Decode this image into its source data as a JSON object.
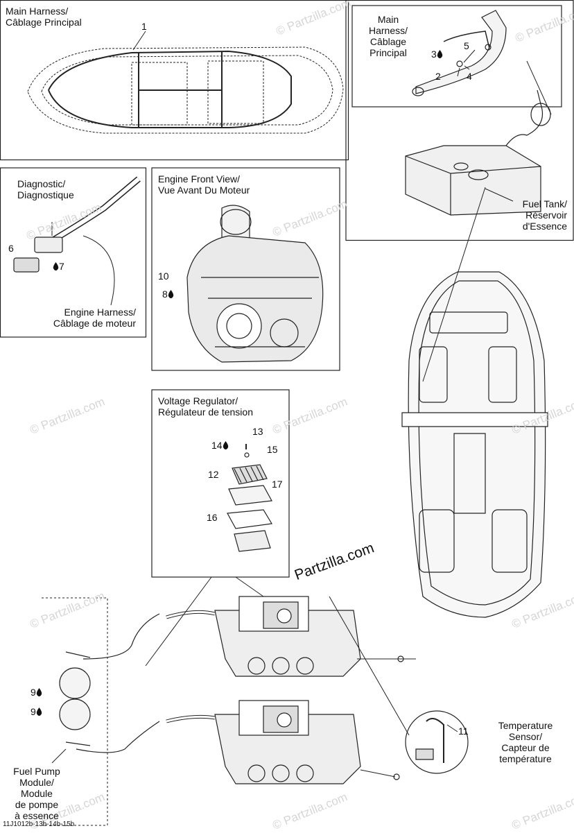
{
  "panels": {
    "main_harness_top": {
      "title_en": "Main Harness/",
      "title_fr": "Câblage Principal",
      "callout": "1"
    },
    "main_harness_detail": {
      "title_en": "Main",
      "title_en2": "Harness/",
      "title_fr": "Câblage",
      "title_fr2": "Principal",
      "callouts": [
        "3",
        "5",
        "2",
        "4"
      ]
    },
    "fuel_tank": {
      "line1": "Fuel Tank/",
      "line2": "Réservoir",
      "line3": "d'Essence"
    },
    "diagnostic": {
      "title_en": "Diagnostic/",
      "title_fr": "Diagnostique",
      "callouts": [
        "6",
        "7"
      ],
      "engine_harness_en": "Engine Harness/",
      "engine_harness_fr": "Câblage de moteur"
    },
    "engine_front": {
      "title_en": "Engine Front View/",
      "title_fr": "Vue Avant Du Moteur",
      "callouts": [
        "10",
        "8"
      ]
    },
    "voltage_regulator": {
      "title_en": "Voltage Regulator/",
      "title_fr": "Régulateur de tension",
      "callouts": [
        "13",
        "14",
        "15",
        "12",
        "17",
        "16"
      ]
    },
    "fuel_pump": {
      "callouts": [
        "9",
        "9"
      ],
      "line1": "Fuel Pump",
      "line2": "Module/",
      "line3": "Module",
      "line4": "de pompe",
      "line5": "à essence"
    },
    "temp_sensor": {
      "callout": "11",
      "line1": "Temperature",
      "line2": "Sensor/",
      "line3": "Capteur de",
      "line4": "température"
    }
  },
  "watermark": "© Partzilla.com",
  "logo": "Partzilla.com",
  "drawing_code": "11J1012b-13b-14b-15b",
  "colors": {
    "line": "#222222",
    "fill": "#eeeeee",
    "watermark": "#d6d6d6"
  }
}
